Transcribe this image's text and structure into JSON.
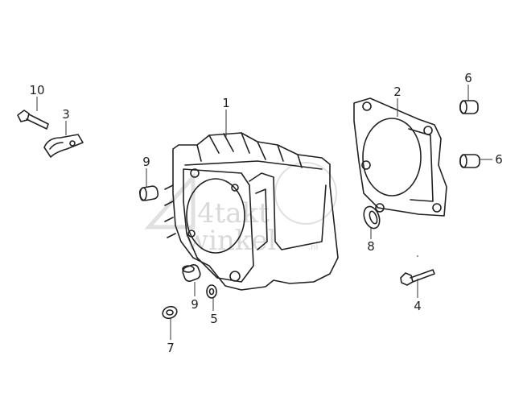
{
  "diagram": {
    "callouts": [
      {
        "number": "10",
        "part": "bolt"
      },
      {
        "number": "3",
        "part": "clamp"
      },
      {
        "number": "1",
        "part": "cylinder"
      },
      {
        "number": "2",
        "part": "cylinder-gasket"
      },
      {
        "number": "6",
        "part": "dowel-pin-top"
      },
      {
        "number": "6",
        "part": "dowel-pin-right"
      },
      {
        "number": "9",
        "part": "dowel-pin-left"
      },
      {
        "number": "8",
        "part": "o-ring"
      },
      {
        "number": "9",
        "part": "dowel-pin-bottom"
      },
      {
        "number": "5",
        "part": "nut"
      },
      {
        "number": "4",
        "part": "flange-bolt"
      },
      {
        "number": "7",
        "part": "washer"
      }
    ],
    "watermark": {
      "line1": "4takt",
      "line2": "winkel",
      "suffix": ".nl"
    }
  }
}
